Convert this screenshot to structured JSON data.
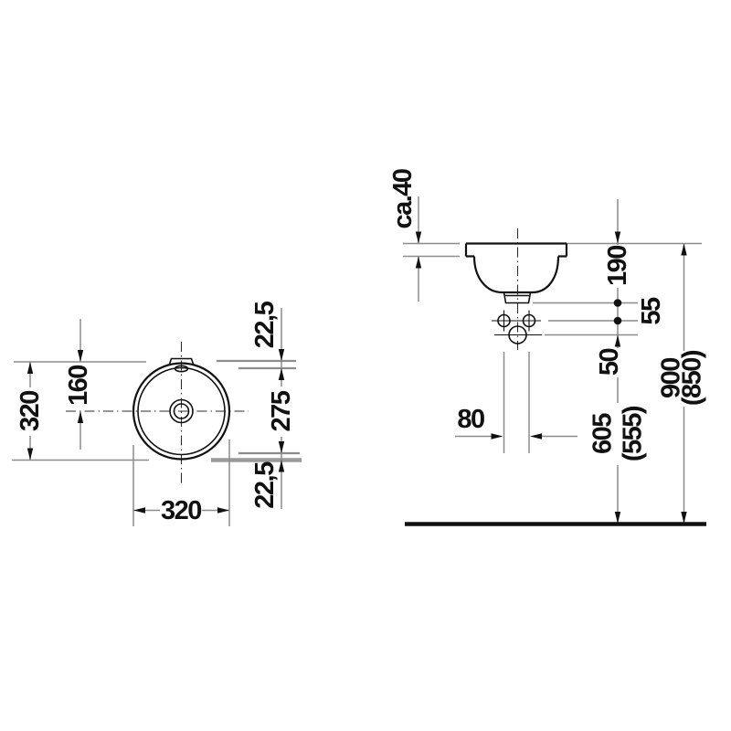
{
  "drawing": {
    "kind": "sanitary-ware installation dimension drawing",
    "views": [
      "top view (round built-in basin)",
      "side view (wall installation heights)"
    ],
    "colors": {
      "background": "#ffffff",
      "outline": "#111111",
      "dimension_lines": "#8c8c8c",
      "mounting_bar": "#9a9a9a",
      "text": "#111111"
    }
  },
  "top_view": {
    "dims": {
      "overall_height_left": "320",
      "center_offset_top": "160",
      "edge_to_hole_top": "22,5",
      "hole_span_right": "275",
      "edge_to_hole_bottom": "22,5",
      "overall_width_bottom": "320"
    }
  },
  "side_view": {
    "dims": {
      "rim_thickness": "ca.40",
      "basin_depth": "190",
      "drain_to_tap_gap": "55",
      "tap_to_outlet_gap": "50",
      "pipe_spacing": "80",
      "outlet_height": "605",
      "outlet_height_alt": "(555)",
      "total_height": "900",
      "total_height_alt": "(850)"
    }
  }
}
